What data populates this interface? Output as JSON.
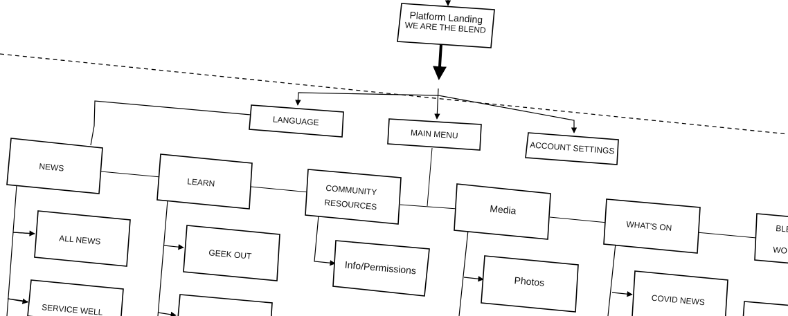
{
  "root": {
    "title": "Platform Landing",
    "subtitle": "WE ARE THE BLEND"
  },
  "top_menu": {
    "language": "LANGUAGE",
    "main_menu": "MAIN MENU",
    "account_settings": "ACCOUNT SETTINGS"
  },
  "sections": {
    "news": "NEWS",
    "learn": "LEARN",
    "community_line1": "COMMUNITY",
    "community_line2": "RESOURCES",
    "media": "Media",
    "whats_on": "WHAT'S ON",
    "blend_line1": "BLE",
    "blend_line2": "WO"
  },
  "children": {
    "all_news": "ALL NEWS",
    "service_well": "SERVICE WELL",
    "geek_out": "GEEK OUT",
    "info_permissions": "Info/Permissions",
    "photos": "Photos",
    "covid_news": "COVID NEWS"
  }
}
